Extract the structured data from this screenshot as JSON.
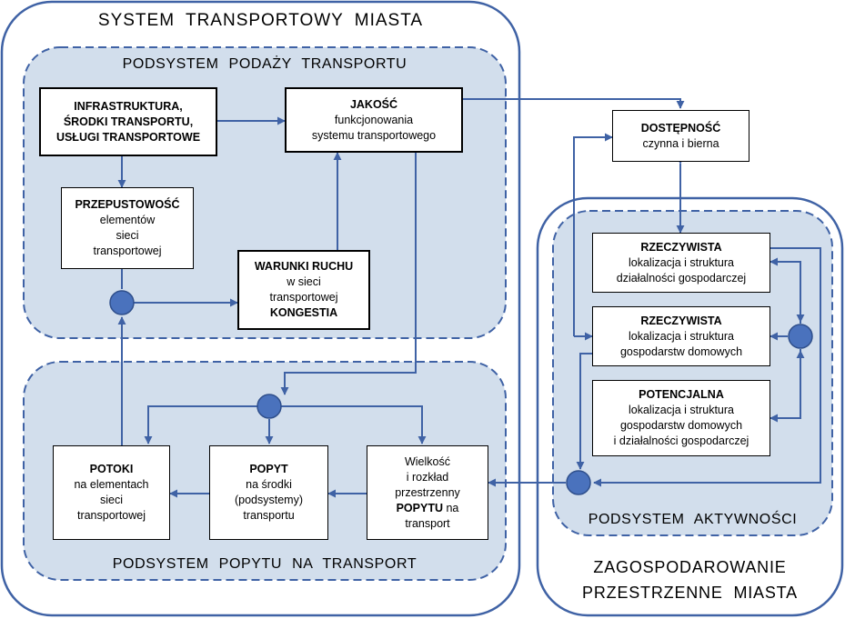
{
  "city_system_title": "SYSTEM  TRANSPORTOWY  MIASTA",
  "supply_subsystem_title": "PODSYSTEM  PODAŻY  TRANSPORTU",
  "demand_subsystem_title": "PODSYSTEM  POPYTU  NA  TRANSPORT",
  "activity_subsystem_title": "PODSYSTEM  AKTYWNOŚCI",
  "spatial_development_title_line1": "ZAGOSPODAROWANIE",
  "spatial_development_title_line2": "PRZESTRZENNE  MIASTA",
  "boxes": {
    "infrastructure": {
      "l1": "INFRASTRUKTURA,",
      "l2": "ŚRODKI TRANSPORTU,",
      "l3": "USŁUGI TRANSPORTOWE"
    },
    "quality": {
      "head": "JAKOŚĆ",
      "l1": "funkcjonowania",
      "l2": "systemu transportowego"
    },
    "capacity": {
      "head": "PRZEPUSTOWOŚĆ",
      "l1": "elementów",
      "l2": "sieci",
      "l3": "transportowej"
    },
    "traffic": {
      "head": "WARUNKI RUCHU",
      "l1": "w sieci",
      "l2": "transportowej",
      "l3": "KONGESTIA"
    },
    "accessibility": {
      "head": "DOSTĘPNOŚĆ",
      "l1": "czynna i bierna"
    },
    "real_business": {
      "head": "RZECZYWISTA",
      "l1": "lokalizacja i struktura",
      "l2": "działalności gospodarczej"
    },
    "real_households": {
      "head": "RZECZYWISTA",
      "l1": "lokalizacja i struktura",
      "l2": "gospodarstw domowych"
    },
    "potential": {
      "head": "POTENCJALNA",
      "l1": "lokalizacja i struktura",
      "l2": "gospodarstw domowych",
      "l3": "i działalności gospodarczej"
    },
    "flows": {
      "head": "POTOKI",
      "l1": "na elementach",
      "l2": "sieci",
      "l3": "transportowej"
    },
    "demand": {
      "head": "POPYT",
      "l1": "na środki",
      "l2": "(podsystemy)",
      "l3": "transportu"
    },
    "volume": {
      "l1": "Wielkość",
      "l2": "i rozkład",
      "l3": "przestrzenny",
      "l4_bold": "POPYTU",
      "l4_rest": " na",
      "l5": "transport"
    }
  },
  "colors": {
    "line": "#3f62a5",
    "subsystem_fill": "#d2deec",
    "node_fill": "#4a72bd"
  }
}
